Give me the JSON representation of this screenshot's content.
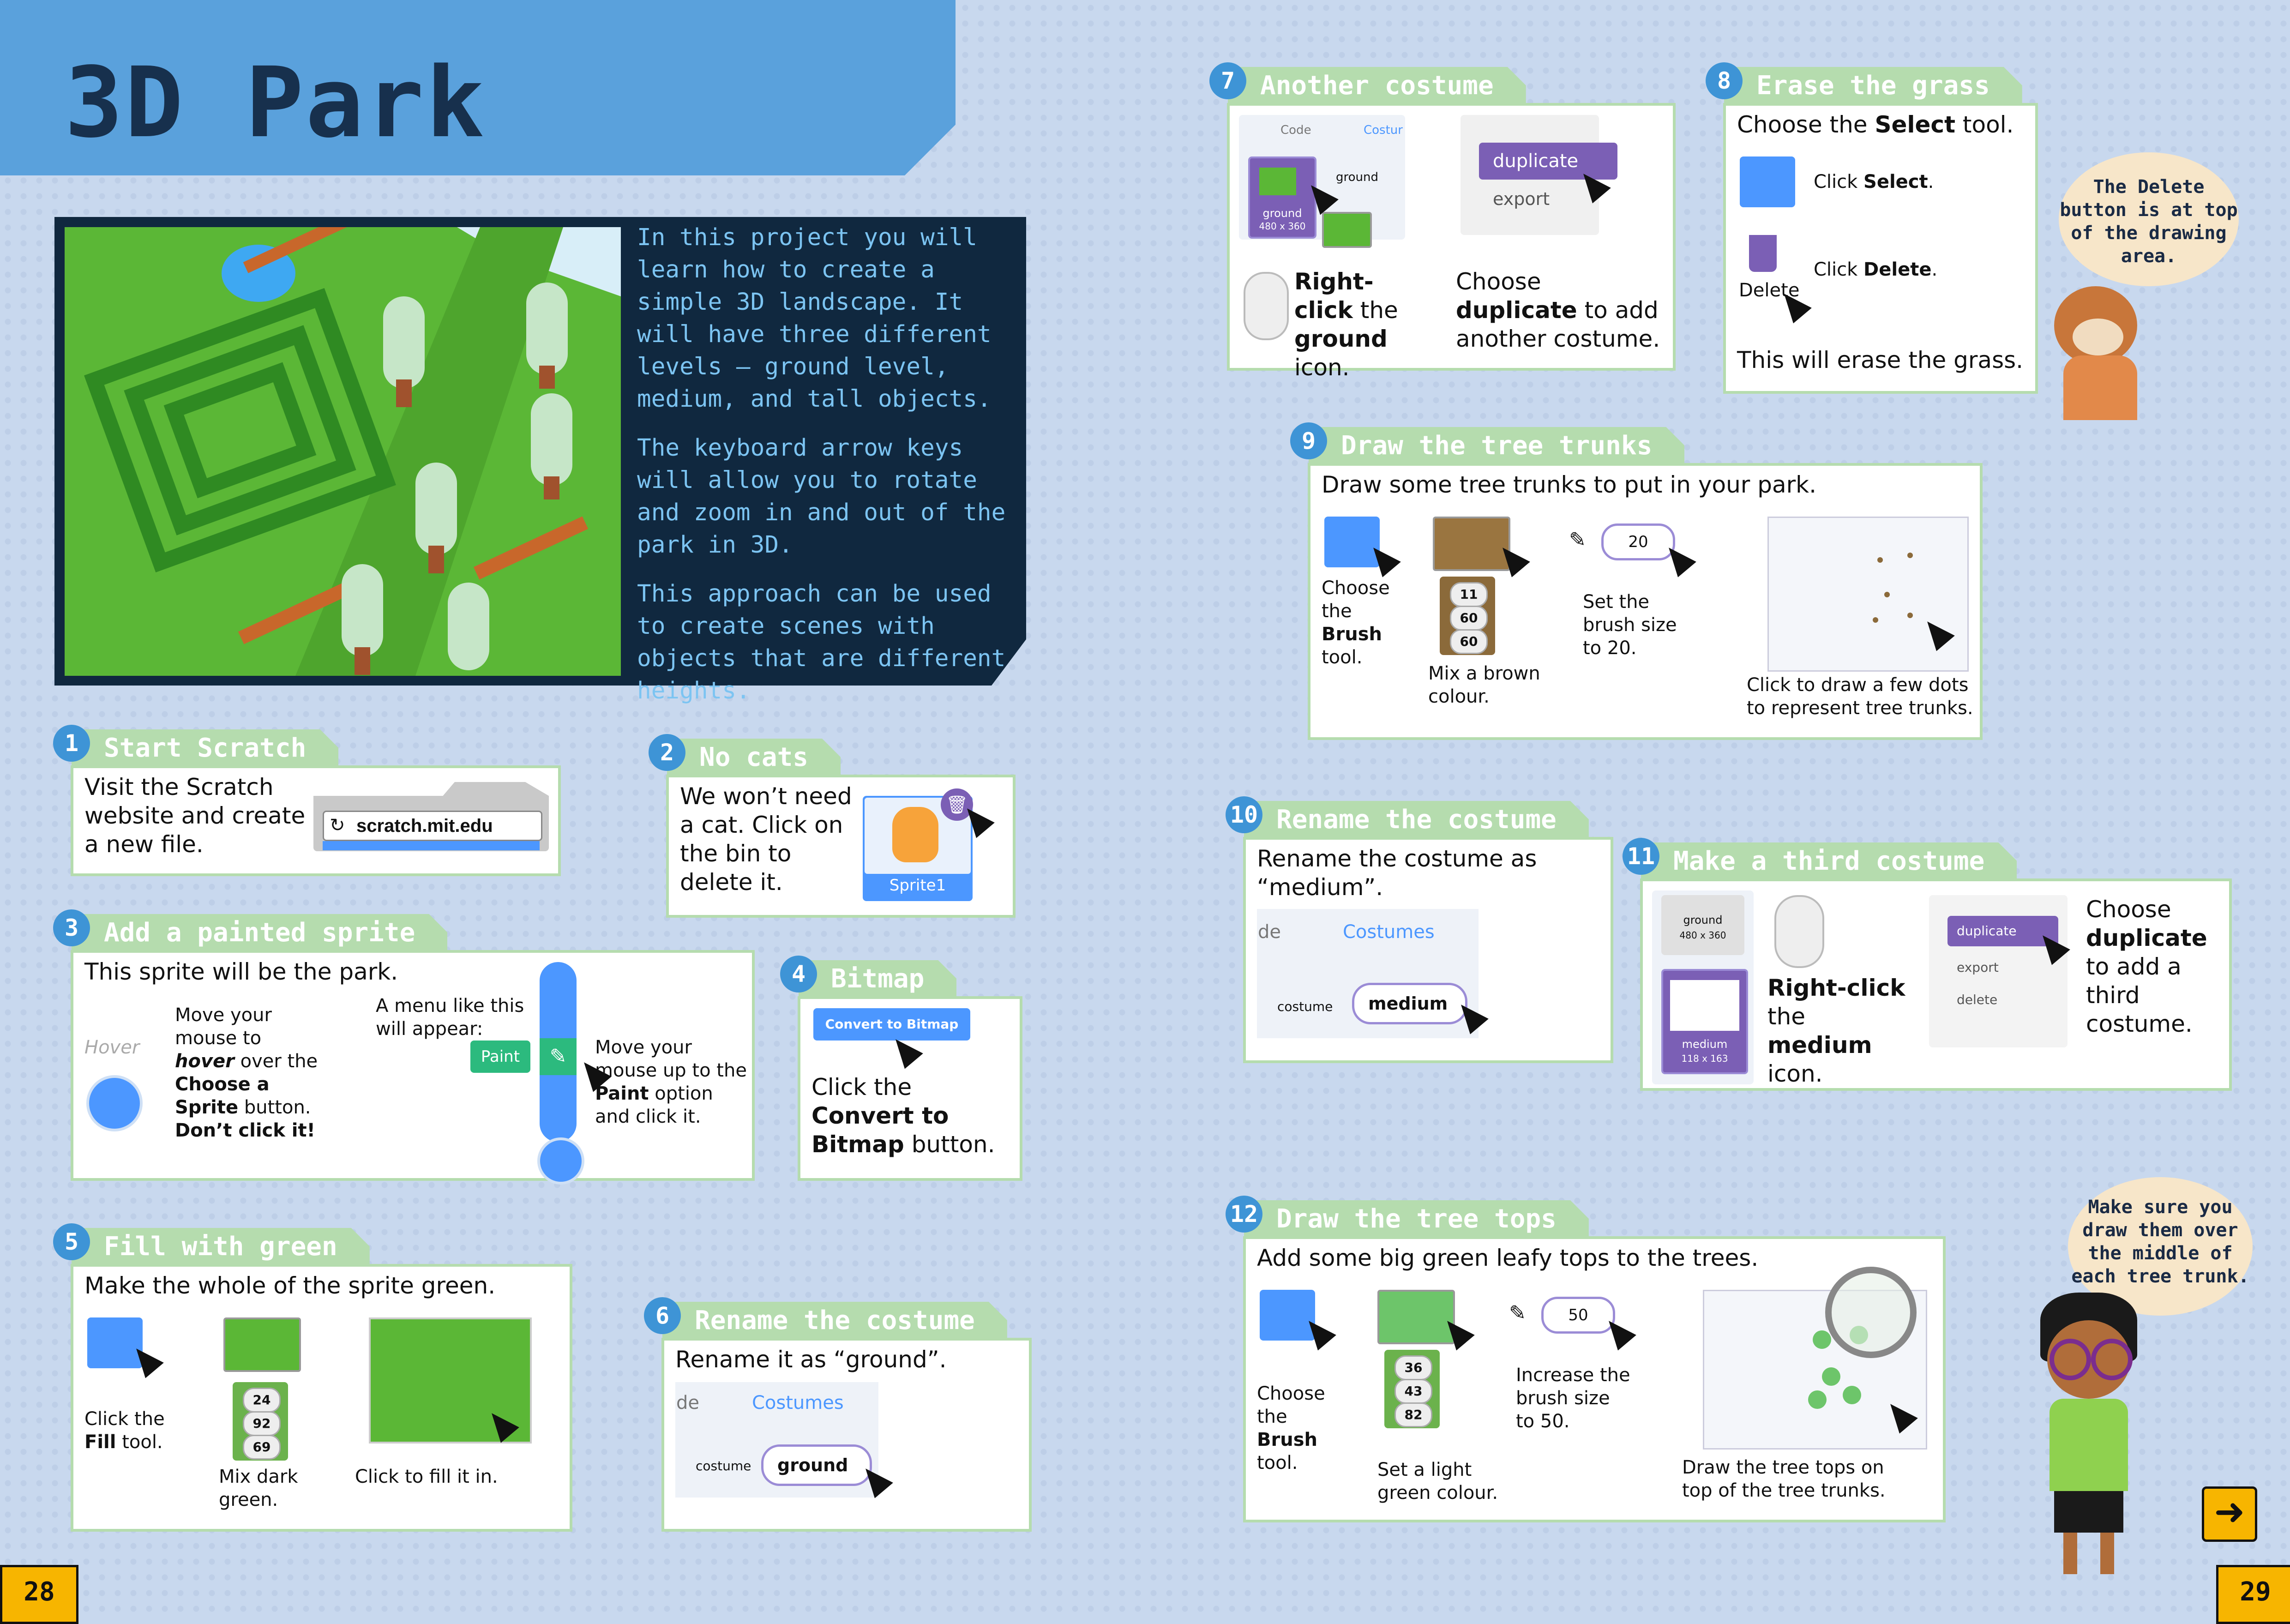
{
  "title": "3D Park",
  "intro": [
    "In this project you will learn how to create a simple 3D landscape. It will have three different levels – ground level, medium, and tall objects.",
    "The keyboard arrow keys will allow you to rotate and zoom in and out of the park in 3D.",
    "This approach can be used to create scenes with objects that are different heights."
  ],
  "steps": {
    "s1": {
      "num": "1",
      "title": "Start Scratch",
      "text": "Visit the Scratch website and create a new file.",
      "url": "scratch.mit.edu"
    },
    "s2": {
      "num": "2",
      "title": "No cats",
      "text": "We won’t need a cat. Click on the bin to delete it.",
      "sprite": "Sprite1"
    },
    "s3": {
      "num": "3",
      "title": "Add a painted sprite",
      "intro": "This sprite will be the park.",
      "hover": "Hover",
      "move_a": "Move your mouse to",
      "move_b": "hover",
      "move_c": "over the",
      "move_d": "Choose a Sprite",
      "move_e": "button.",
      "dont": "Don’t click it!",
      "menu": "A menu like this will appear:",
      "paint": "Paint",
      "up_a": "Move your mouse up to the",
      "up_b": "Paint",
      "up_c": "option and click it."
    },
    "s4": {
      "num": "4",
      "title": "Bitmap",
      "button": "Convert to Bitmap",
      "t1": "Click the",
      "t2": "Convert to Bitmap",
      "t3": "button."
    },
    "s5": {
      "num": "5",
      "title": "Fill with green",
      "intro": "Make the whole of the sprite green.",
      "fill_a": "Click the",
      "fill_b": "Fill",
      "fill_c": "tool.",
      "vals": [
        "24",
        "92",
        "69"
      ],
      "mix": "Mix dark green.",
      "click": "Click to fill it in."
    },
    "s6": {
      "num": "6",
      "title": "Rename the costume",
      "text": "Rename it as “ground”.",
      "tab": "Costumes",
      "field_label": "costume",
      "value": "ground",
      "tab_prefix": "de"
    },
    "s7": {
      "num": "7",
      "title": "Another costume",
      "code_tab": "Code",
      "cos_tab": "Costur",
      "ground": "ground",
      "size": "480 x 360",
      "menu1": "duplicate",
      "menu2": "export",
      "rc_a": "Right-click",
      "rc_b": "the",
      "rc_c": "ground",
      "rc_d": "icon.",
      "dup_a": "Choose",
      "dup_b": "duplicate",
      "dup_c": "to add another costume."
    },
    "s8": {
      "num": "8",
      "title": "Erase the grass",
      "t1": "Choose the",
      "t2": "Select",
      "t3": "tool.",
      "sel_a": "Click",
      "sel_b": "Select",
      "del_a": "Click",
      "del_b": "Delete",
      "del_icon": "Delete",
      "end": "This will erase the grass."
    },
    "s9": {
      "num": "9",
      "title": "Draw the tree trunks",
      "intro": "Draw some tree trunks to put in your park.",
      "brush_a": "Choose the",
      "brush_b": "Brush",
      "brush_c": "tool.",
      "vals": [
        "11",
        "60",
        "60"
      ],
      "mix": "Mix a brown colour.",
      "size_val": "20",
      "size": "Set the brush size to 20.",
      "click": "Click to draw a few dots to represent tree trunks."
    },
    "s10": {
      "num": "10",
      "title": "Rename the costume",
      "text": "Rename the costume as “medium”.",
      "tab": "Costumes",
      "field_label": "costume",
      "value": "medium",
      "tab_prefix": "de"
    },
    "s11": {
      "num": "11",
      "title": "Make a third costume",
      "ground": "ground",
      "gsize": "480 x 360",
      "medium": "medium",
      "msize": "118 x 163",
      "rc_a": "Right-click",
      "rc_b": "the",
      "rc_c": "medium",
      "rc_d": "icon.",
      "menu1": "duplicate",
      "menu2": "export",
      "menu3": "delete",
      "dup_a": "Choose",
      "dup_b": "duplicate",
      "dup_c": "to add a third costume."
    },
    "s12": {
      "num": "12",
      "title": "Draw the tree tops",
      "intro": "Add some big green leafy tops to the trees.",
      "brush_a": "Choose the",
      "brush_b": "Brush",
      "brush_c": "tool.",
      "vals": [
        "36",
        "43",
        "82"
      ],
      "mix": "Set a light green colour.",
      "size_val": "50",
      "size": "Increase the brush size to 50.",
      "click": "Draw the tree tops on top of the tree trunks."
    }
  },
  "bubbles": {
    "dog": "The Delete button is at top of the drawing area.",
    "boy": "Make sure you draw them over the middle of each tree trunk."
  },
  "pages": {
    "left": "28",
    "right": "29"
  },
  "colors": {
    "accent_blue": "#5aa1dc",
    "tab_green": "#b5dcae",
    "scratch_blue": "#4c97ff",
    "purple": "#7b5fb5",
    "fill_green": "#5bb736"
  }
}
